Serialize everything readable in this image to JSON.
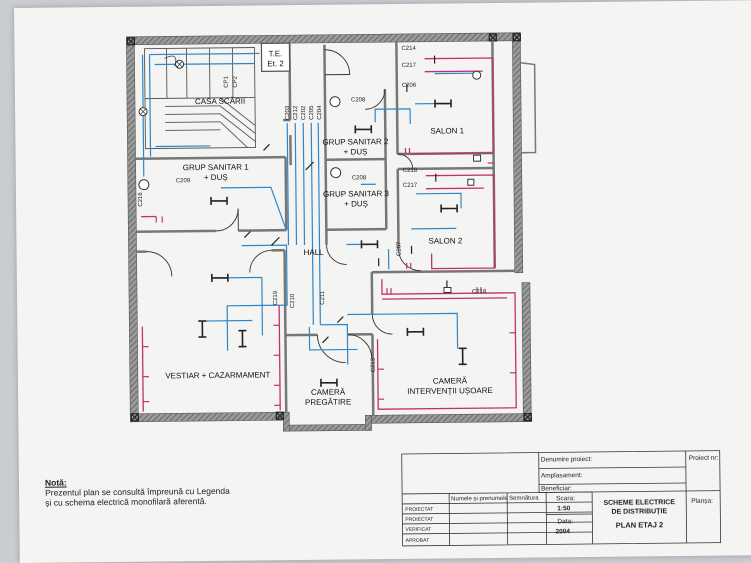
{
  "rooms": {
    "te": "T.E.",
    "et": "Et. 2",
    "casa_scarii": "CASA SCĂRII",
    "gs1_a": "GRUP SANITAR 1",
    "gs1_b": "+ DUȘ",
    "gs2_a": "GRUP SANITAR 2",
    "gs2_b": "+ DUȘ",
    "gs3_a": "GRUP SANITAR 3",
    "gs3_b": "+ DUȘ",
    "salon1": "SALON 1",
    "salon2": "SALON 2",
    "hall": "HALL",
    "vestiar": "VESTIAR + CAZARMAMENT",
    "camera_preg_a": "CAMERĂ",
    "camera_preg_b": "PREGĂTIRE",
    "camera_int_a": "CAMERĂ",
    "camera_int_b": "INTERVENȚII UȘOARE"
  },
  "circuits": {
    "c214": "C214",
    "c217a": "C217",
    "c206": "C206",
    "c208a": "C208",
    "c208b": "C208",
    "c218a": "C218",
    "c217b": "C217",
    "c207": "C207",
    "c209": "C209",
    "c216": "C216",
    "c218b": "C218",
    "c219": "C219",
    "c210": "C210",
    "c211": "C211",
    "c213": "C213",
    "cp1": "CP1",
    "cp2": "CP2",
    "c203": "C203",
    "c212": "C212",
    "c202": "C202",
    "c205": "C205",
    "c204": "C204"
  },
  "note": {
    "title": "Notă:",
    "line1": "Prezentul plan se consultă împreună cu Legenda",
    "line2": "și cu schema electrică monofilară aferentă."
  },
  "title_block": {
    "denumire_proiect": "Denumire proiect:",
    "amplasament": "Amplasament:",
    "beneficiar": "Beneficiar:",
    "proiect_nr": "Proiect nr:",
    "plansa": "Planșa:",
    "col_nume": "Numele și prenumele",
    "col_semnatura": "Semnătura",
    "scara_label": "Scara:",
    "scara_value": "1:50",
    "data_label": "Data:",
    "data_value": "2004",
    "title1": "SCHEME ELECTRICE",
    "title2": "DE DISTRIBUȚIE",
    "title3": "PLAN ETAJ 2",
    "rows": [
      "PROIECTAT",
      "PROIECTAT",
      "VERIFICAT",
      "APROBAT"
    ]
  },
  "colors": {
    "wall": "#6a6a6a",
    "lighting": "#2f86c8",
    "sockets": "#c2306f",
    "stairs": "#555555"
  }
}
